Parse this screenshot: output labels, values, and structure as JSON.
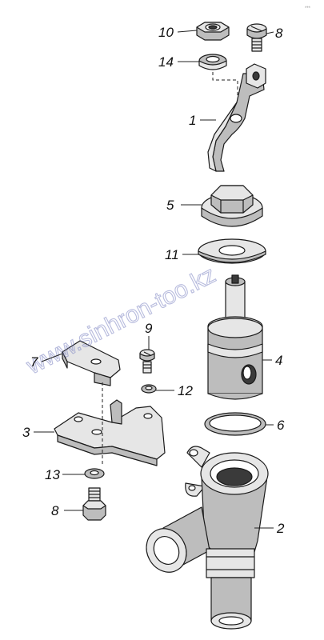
{
  "watermark": "www.sinhron-too.kz",
  "corner_mark": "***",
  "callouts": [
    {
      "id": "10",
      "label": "10"
    },
    {
      "id": "8a",
      "label": "8"
    },
    {
      "id": "14",
      "label": "14"
    },
    {
      "id": "1",
      "label": "1"
    },
    {
      "id": "5",
      "label": "5"
    },
    {
      "id": "11",
      "label": "11"
    },
    {
      "id": "9",
      "label": "9"
    },
    {
      "id": "7",
      "label": "7"
    },
    {
      "id": "4",
      "label": "4"
    },
    {
      "id": "12",
      "label": "12"
    },
    {
      "id": "3",
      "label": "3"
    },
    {
      "id": "6",
      "label": "6"
    },
    {
      "id": "13",
      "label": "13"
    },
    {
      "id": "8b",
      "label": "8"
    },
    {
      "id": "2",
      "label": "2"
    }
  ],
  "colors": {
    "ink": "#1a1a1a",
    "watermark": "#7d84c2",
    "background": "#ffffff"
  }
}
